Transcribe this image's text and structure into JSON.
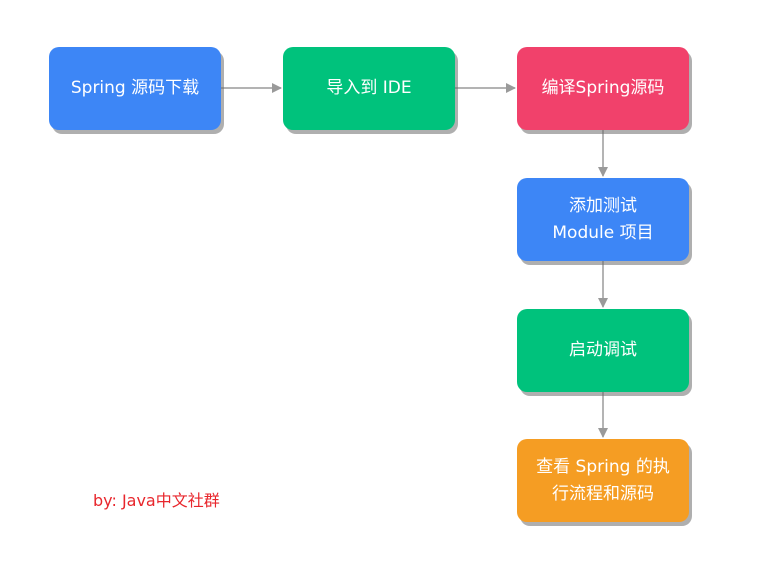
{
  "colors": {
    "blue": "#3d86f6",
    "green": "#00c27c",
    "pink": "#f1416b",
    "orange": "#f59d23",
    "arrow": "#9a9a9a",
    "credit": "#e8262c"
  },
  "nodes": [
    {
      "id": "n1",
      "lines": [
        "Spring 源码下载"
      ],
      "color": "#3d86f6"
    },
    {
      "id": "n2",
      "lines": [
        "导入到 IDE"
      ],
      "color": "#00c27c"
    },
    {
      "id": "n3",
      "lines": [
        "编译Spring源码"
      ],
      "color": "#f1416b"
    },
    {
      "id": "n4",
      "lines": [
        "添加测试",
        "Module 项目"
      ],
      "color": "#3d86f6"
    },
    {
      "id": "n5",
      "lines": [
        "启动调试"
      ],
      "color": "#00c27c"
    },
    {
      "id": "n6",
      "lines": [
        "查看 Spring 的执",
        "行流程和源码"
      ],
      "color": "#f59d23"
    }
  ],
  "edges": [
    {
      "from": "n1",
      "to": "n2"
    },
    {
      "from": "n2",
      "to": "n3"
    },
    {
      "from": "n3",
      "to": "n4"
    },
    {
      "from": "n4",
      "to": "n5"
    },
    {
      "from": "n5",
      "to": "n6"
    }
  ],
  "credit": "by: Java中文社群"
}
